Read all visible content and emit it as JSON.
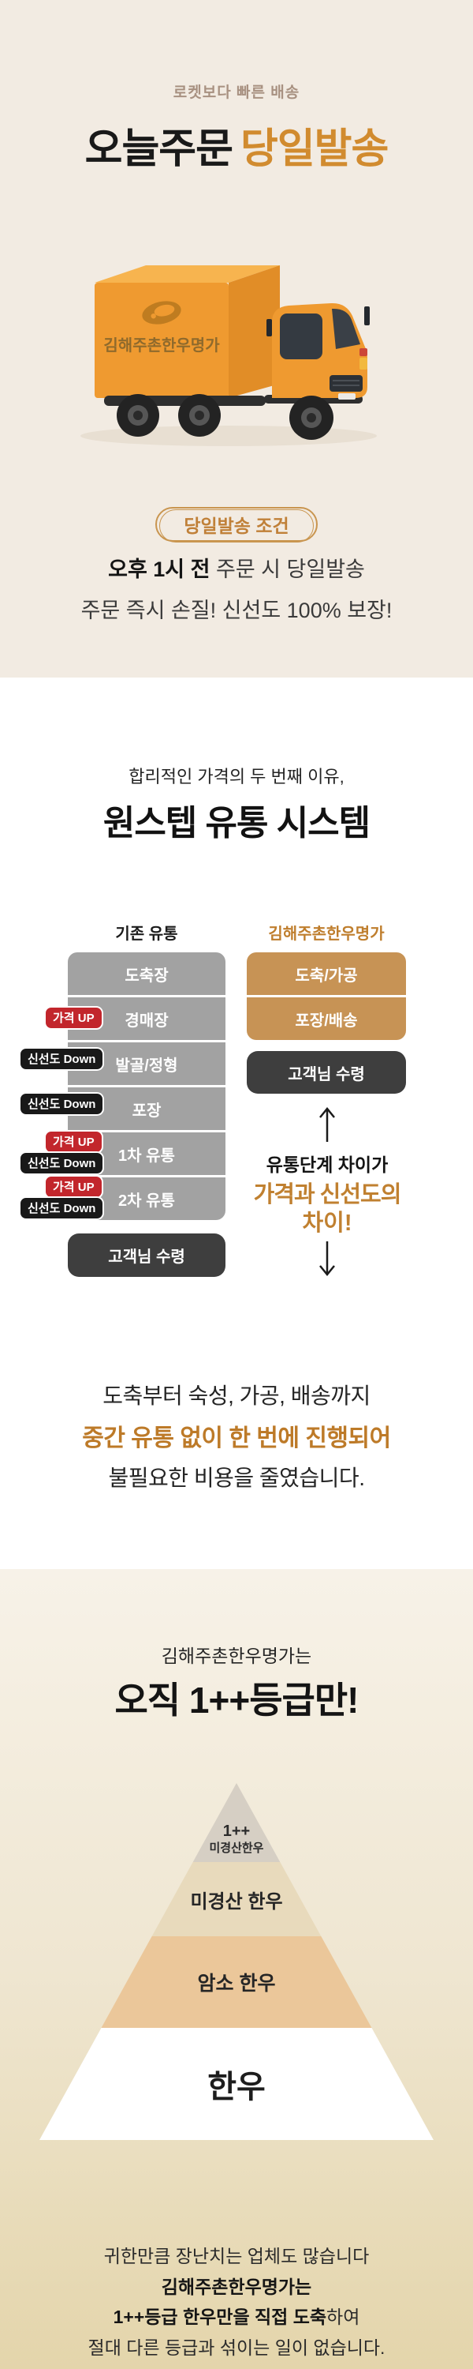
{
  "colors": {
    "hero_background": "#f2ebe2",
    "accent_orange": "#d18b2f",
    "traditional_box_gray": "#a2a2a2",
    "ours_box_tan": "#c79355",
    "final_box_dark": "#3e3e3e",
    "badge_red": "#c2262c",
    "badge_black": "#191919",
    "grade_gradient_bottom": "#e4d5ab"
  },
  "hero": {
    "tagline": "로켓보다 빠른 배송",
    "title_dark": "오늘주문",
    "title_accent": "당일발송",
    "truck_logo": "김해주촌한우명가",
    "badge": "당일발송 조건",
    "line1_bold": "오후 1시 전",
    "line1_rest": " 주문 시 당일발송",
    "line2": "주문 즉시 손질! 신선도 100% 보장!"
  },
  "distribution": {
    "subtitle": "합리적인 가격의 두 번째 이유,",
    "title": "원스텝 유통 시스템",
    "traditional": {
      "header": "기존 유통",
      "steps": [
        {
          "label": "도축장",
          "badges": []
        },
        {
          "label": "경매장",
          "badges": [
            "가격 UP"
          ]
        },
        {
          "label": "발골/정형",
          "badges": [
            "신선도 Down"
          ]
        },
        {
          "label": "포장",
          "badges": [
            "신선도 Down"
          ]
        },
        {
          "label": "1차 유통",
          "badges": [
            "가격 UP",
            "신선도 Down"
          ]
        },
        {
          "label": "2차 유통",
          "badges": [
            "가격 UP",
            "신선도 Down"
          ]
        }
      ],
      "final": "고객님 수령"
    },
    "ours": {
      "header": "김해주촌한우명가",
      "steps": [
        {
          "label": "도축/가공"
        },
        {
          "label": "포장/배송"
        }
      ],
      "final": "고객님 수령"
    },
    "note_line1": "유통단계 차이가",
    "note_line2": "가격과 신선도의",
    "note_line3": "차이!",
    "summary_line1": "도축부터 숙성, 가공, 배송까지",
    "summary_line2": "중간 유통 없이 한 번에 진행되어",
    "summary_line3": "불필요한 비용을 줄였습니다."
  },
  "grade": {
    "subtitle": "김해주촌한우명가는",
    "title": "오직 1++등급만!",
    "pyramid_tiers": [
      {
        "line1": "1++",
        "line2": "미경산한우",
        "color": "#d6cfc4"
      },
      {
        "line1": "미경산 한우",
        "color": "#e8dabc"
      },
      {
        "line1": "암소 한우",
        "color": "#ebc79a"
      },
      {
        "line1": "한우",
        "color": "#ffffff"
      }
    ],
    "footer_line1": "귀한만큼 장난치는 업체도 많습니다",
    "footer_line2": "김해주촌한우명가는",
    "footer_line3_bold": "1++등급 한우만을 직접 도축",
    "footer_line3_rest": "하여",
    "footer_line4": "절대 다른 등급과 섞이는 일이 없습니다."
  }
}
